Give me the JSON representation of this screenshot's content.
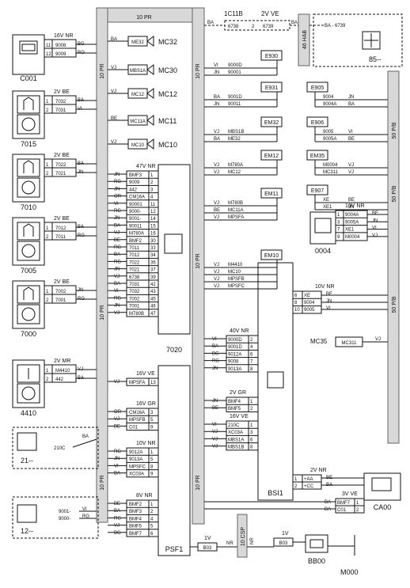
{
  "connectors": {
    "c001_head": "16V NR",
    "c001_pins": [
      [
        "11",
        "9008",
        "BG"
      ],
      [
        "12",
        "9009",
        "RG"
      ]
    ],
    "k7015_head": "2V BE",
    "k7015_pins": [
      [
        "1",
        "7032",
        "BA"
      ],
      [
        "2",
        "7031",
        "VI"
      ]
    ],
    "k7010_head": "2V BE",
    "k7010_pins": [
      [
        "1",
        "7022",
        "BA"
      ],
      [
        "2",
        "7021",
        "JN"
      ]
    ],
    "k7005_head": "2V BE",
    "k7005_pins": [
      [
        "1",
        "7012",
        "BA"
      ],
      [
        "2",
        "7011",
        "RG"
      ]
    ],
    "k7000_head": "2V BE",
    "k7000_pins": [
      [
        "1",
        "7002",
        "JN"
      ],
      [
        "2",
        "7001",
        "RG"
      ]
    ],
    "k4410_head": "2V MR",
    "k4410_pins": [
      [
        "1",
        "M4410",
        "VJ"
      ],
      [
        "2",
        "442",
        "BA"
      ]
    ],
    "p7020_head": "47V NR",
    "p7020_rows": [
      [
        "JN",
        "BMF3",
        "1"
      ],
      [
        "RG",
        "9009",
        "2"
      ],
      [
        "JN",
        "442",
        "3"
      ],
      [
        "OR",
        "CM16A",
        "4"
      ],
      [
        "VI",
        "90001",
        "11"
      ],
      [
        "RG",
        "9000-",
        "12"
      ],
      [
        "JN",
        "9001-",
        "14"
      ],
      [
        "BA",
        "90011",
        "15"
      ],
      [
        "VJ",
        "M780A",
        "16"
      ],
      [
        "BE",
        "BMF2",
        "30"
      ],
      [
        "RG",
        "7011",
        "33"
      ],
      [
        "BA",
        "7012",
        "34"
      ],
      [
        "RG",
        "7022",
        "36"
      ],
      [
        "JN",
        "7021",
        "37"
      ],
      [
        "VJ",
        "6738",
        "39"
      ],
      [
        "BA",
        "7031",
        "42"
      ],
      [
        "VI",
        "7032",
        "43"
      ],
      [
        "RG",
        "7002",
        "45"
      ],
      [
        "JN",
        "7001",
        "46"
      ],
      [
        "VJ",
        "M780B",
        "47"
      ]
    ],
    "p16ve_head": "16V VE",
    "p16ve_rows": [
      [
        "VJ",
        "MPSFA",
        "13"
      ]
    ],
    "p16gr_head": "16V GR",
    "p16gr_rows": [
      [
        "OR",
        "CM16A",
        "3"
      ],
      [
        "VJ",
        "MPSFB",
        "5"
      ],
      [
        "BE",
        "C01",
        "9"
      ]
    ],
    "p10nr_head": "10V NR",
    "p10nr_rows": [
      [
        "RG",
        "9012A",
        "1"
      ],
      [
        "JN",
        "9013A",
        "5"
      ],
      [
        "VI",
        "MPSFC",
        "8"
      ],
      [
        "BA",
        "XC03A",
        "9"
      ]
    ],
    "p8nr_head": "8V NR",
    "p8nr_rows": [
      [
        "BE",
        "BMF2",
        "1"
      ],
      [
        "BA",
        "BMF3",
        "2"
      ],
      [
        "RG",
        "BMF4",
        "4"
      ],
      [
        "VJ",
        "BMF5",
        "5"
      ],
      [
        "BG",
        "BMF7",
        "6"
      ]
    ],
    "b40_head": "40V NR",
    "b40_rows": [
      [
        "VI",
        "9000D",
        "2"
      ],
      [
        "BA",
        "9001D",
        "4"
      ],
      [
        "BG",
        "9012A",
        "6"
      ],
      [
        "RG",
        "9008",
        "7"
      ],
      [
        "JN",
        "9013A",
        "8"
      ]
    ],
    "b2gr_head": "2V GR",
    "b2gr_rows": [
      [
        "JN",
        "BMF4",
        "1"
      ],
      [
        "BE",
        "BMF5",
        "2"
      ]
    ],
    "b16ve_head": "16V VE",
    "b16ve_rows": [
      [
        "VI",
        "210C",
        "1"
      ],
      [
        "VJ",
        "XC03A",
        "3"
      ],
      [
        "VJ",
        "MBS1A",
        "6"
      ],
      [
        "VJ",
        "MBS1B",
        "8"
      ]
    ],
    "b10nr_head": "10V NR",
    "b10nr_rows": [
      [
        "6",
        "XE",
        "BE"
      ],
      [
        "8",
        "9004",
        "JN"
      ],
      [
        "10",
        "9005",
        "VI"
      ]
    ],
    "ca2nr_head": "2V NR",
    "ca2nr_rows": [
      [
        "1",
        "+AA",
        "BE"
      ],
      [
        "2",
        "+CC",
        "BA"
      ]
    ],
    "ca3ve_head": "3V VE",
    "ca3ve_rows": [
      [
        "BA",
        "BMF7",
        "1"
      ],
      [
        "BA",
        "C01",
        "2"
      ]
    ],
    "c0004_head": "16V NR",
    "c0004_rows": [
      [
        "1",
        "9004A",
        "BE"
      ],
      [
        "3",
        "9005A",
        "JN"
      ],
      [
        "7",
        "XE1",
        "VI"
      ],
      [
        "9",
        "M0004",
        "VJ"
      ]
    ],
    "c11b_head": "1C11B",
    "c11b_cells": [
      "6738",
      "2",
      "6739"
    ],
    "c11b_right": "2V VE",
    "c11b_wires": [
      "BA",
      "BA"
    ],
    "c85_wire": "BA - 6739",
    "c12_wires": [
      [
        "9001-",
        "VI"
      ],
      [
        "9000-",
        "RG"
      ]
    ]
  },
  "modules": {
    "c001": "C001",
    "k7015": "7015",
    "k7010": "7010",
    "k7005": "7005",
    "k7000": "7000",
    "k4410": "4410",
    "u7020": "7020",
    "psf1": "PSF1",
    "bsi1": "BSI1",
    "ca00": "CA00",
    "u0004": "0004",
    "bb00": "BB00",
    "m000": "M000",
    "c21": "21--",
    "c12": "12--",
    "c85": "85--",
    "mc35": "MC35",
    "mc311": "MC311",
    "label_210c": "210C",
    "wire_210c": "BA"
  },
  "relays": [
    {
      "box": "ME32",
      "label": "MC32",
      "w1": "BA"
    },
    {
      "box": "MBS1A",
      "label": "MC30",
      "w1": "VJ"
    },
    {
      "box": "MC12",
      "label": "MC12",
      "w1": "VJ"
    },
    {
      "box": "MC11A",
      "label": "MC11",
      "w1": "BE"
    },
    {
      "box": "MC10",
      "label": "MC10",
      "w1": "VJ"
    }
  ],
  "splices": [
    {
      "name": "E930",
      "w": [
        [
          "VI",
          "9000D"
        ],
        [
          "JN",
          "90001"
        ]
      ]
    },
    {
      "name": "E931",
      "w": [
        [
          "BA",
          "9001D"
        ],
        [
          "JN",
          "90011"
        ]
      ]
    },
    {
      "name": "EM32",
      "w": [
        [
          "VJ",
          "MBS1B"
        ],
        [
          "BA",
          "ME32"
        ]
      ]
    },
    {
      "name": "EM12",
      "w": [
        [
          "VJ",
          "M780A"
        ],
        [
          "VJ",
          "MC12"
        ]
      ]
    },
    {
      "name": "EM11",
      "w": [
        [
          "VJ",
          "M780B"
        ],
        [
          "BE",
          "MC11A"
        ],
        [
          "VJ",
          "MPSFA"
        ]
      ]
    },
    {
      "name": "EM10",
      "w": [
        [
          "VJ",
          "M4410"
        ],
        [
          "VJ",
          "MC10"
        ],
        [
          "VJ",
          "MPSFB"
        ],
        [
          "VJ",
          "MPSFC"
        ]
      ]
    },
    {
      "name": "E905",
      "w": [
        [
          "9004",
          "JN"
        ],
        [
          "9004A",
          "BA"
        ]
      ]
    },
    {
      "name": "E906",
      "w": [
        [
          "9005",
          "VI"
        ],
        [
          "9005A",
          "BE"
        ]
      ]
    },
    {
      "name": "EM35",
      "w": [
        [
          "M0004",
          "VJ"
        ],
        [
          "MC311",
          "VJ"
        ]
      ]
    },
    {
      "name": "E907",
      "w": [
        [
          "XE",
          "BE"
        ],
        [
          "XE1",
          "JN"
        ]
      ]
    }
  ],
  "harness": {
    "left_10pr": "10 PR",
    "mid_10pr": "10 PR",
    "top_10pr": "10 PR",
    "hab": "46 HAB",
    "r50_1": "50 P/B",
    "r50_2": "50 P/B",
    "r50_3": "50 P/B",
    "csp": "10 CSP",
    "b03_1": "1V",
    "b03_1n": "B03",
    "b03_2": "1V",
    "b03_2n": "B03",
    "nr1": "NR",
    "nr2": "NR",
    "ca_vj": "VJ"
  }
}
